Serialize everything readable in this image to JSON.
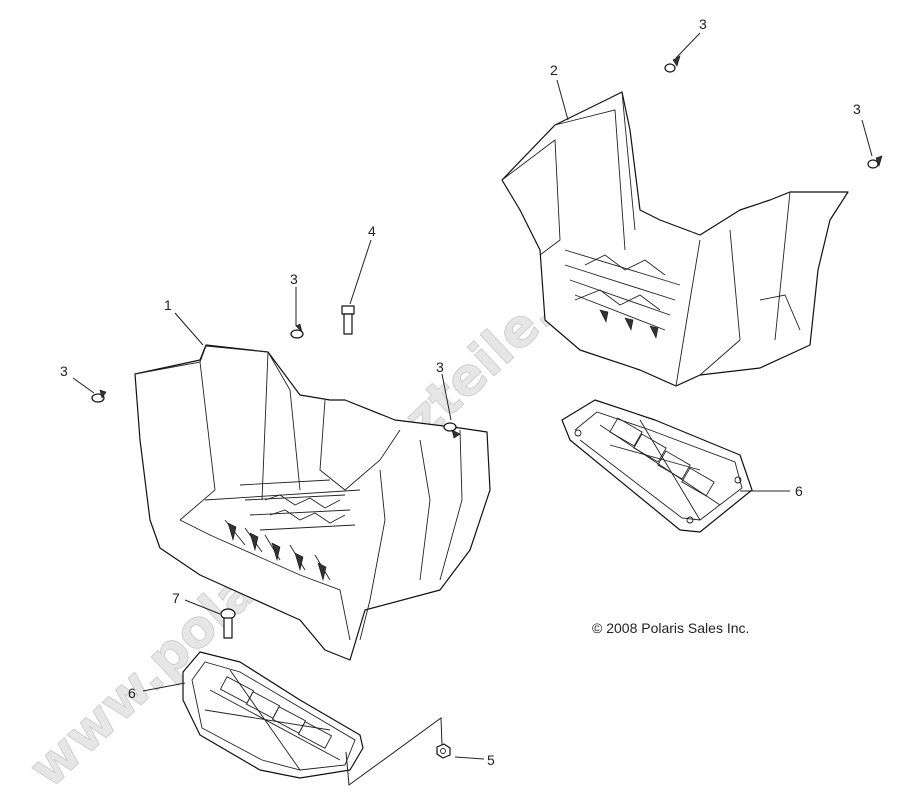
{
  "watermark": "www.polarisersatzteile.de",
  "copyright": "© 2008 Polaris Sales Inc.",
  "callouts": {
    "c1": "1",
    "c2": "2",
    "c3a": "3",
    "c3b": "3",
    "c3c": "3",
    "c3d": "3",
    "c3e": "3",
    "c4": "4",
    "c5": "5",
    "c6a": "6",
    "c6b": "6",
    "c7": "7"
  }
}
